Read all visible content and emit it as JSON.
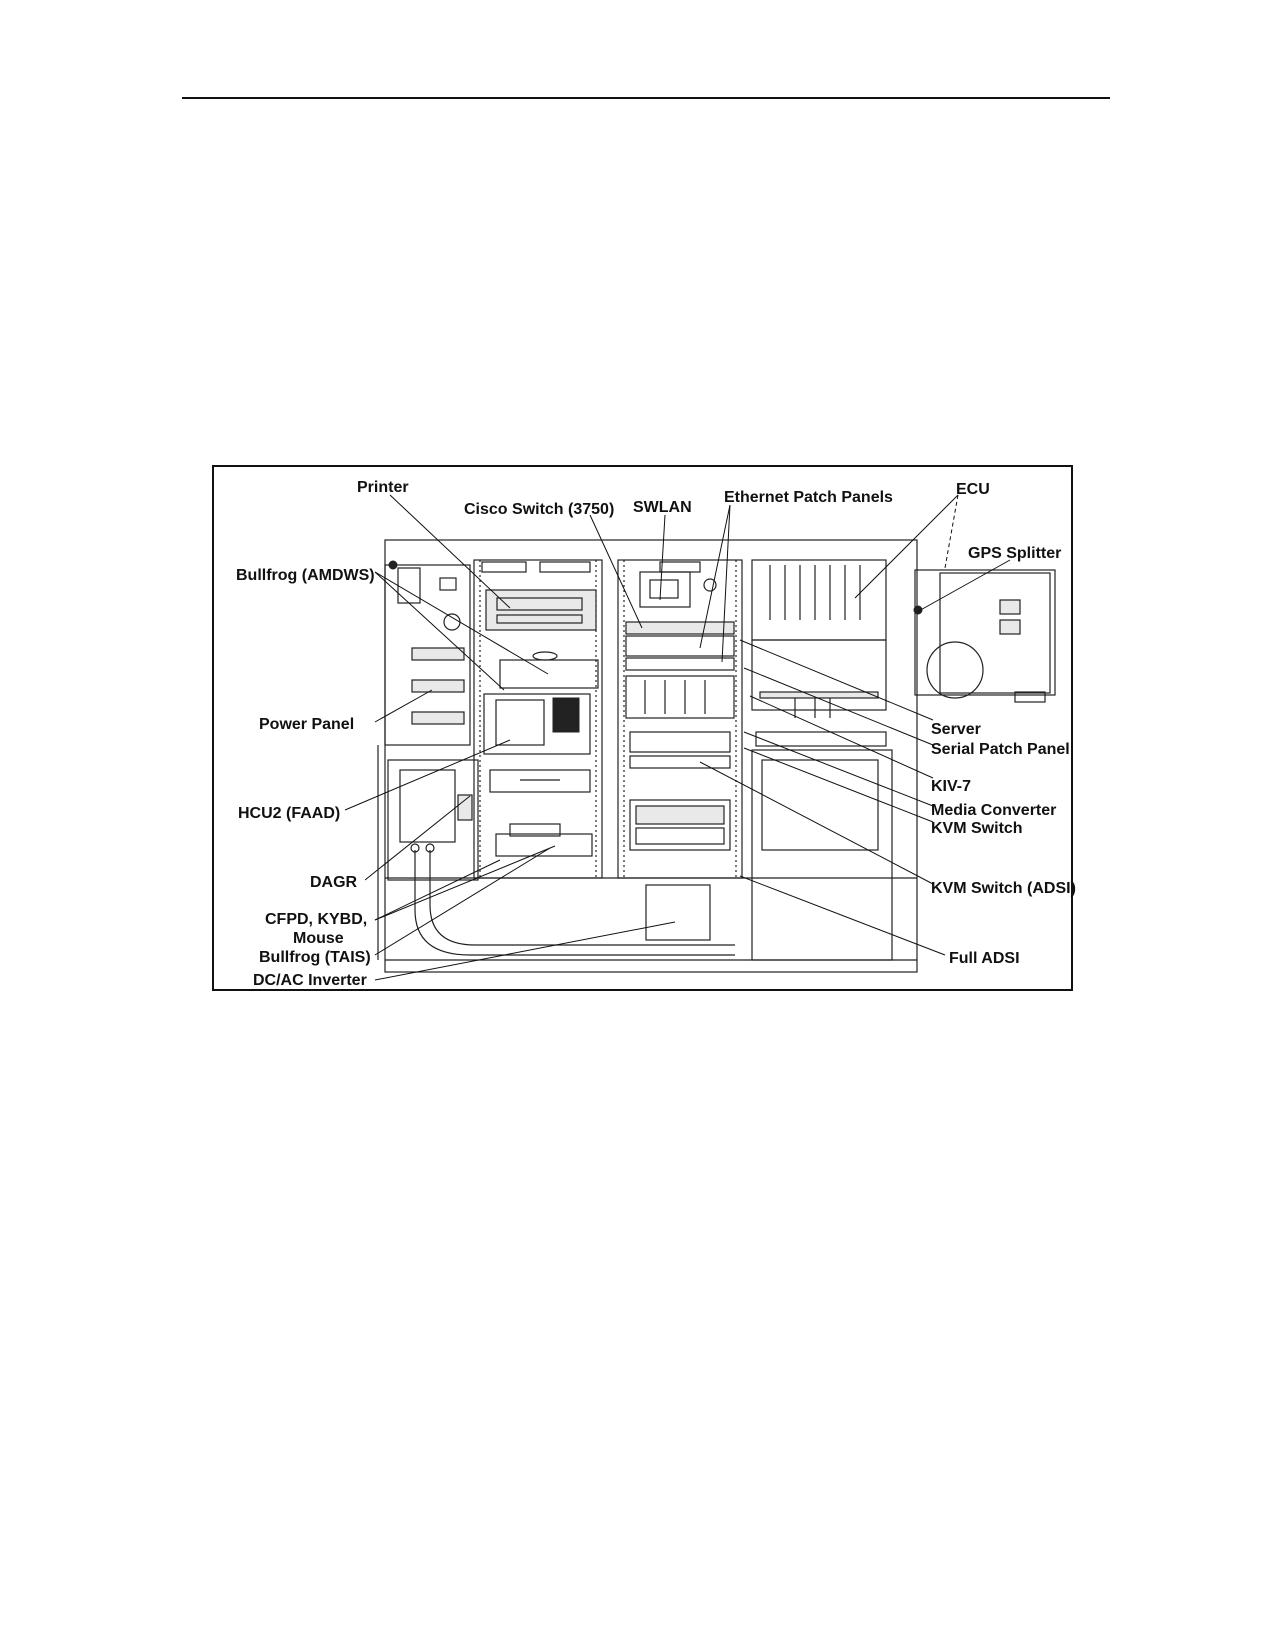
{
  "figure": {
    "labels": {
      "printer": "Printer",
      "cisco_switch": "Cisco Switch (3750)",
      "swlan": "SWLAN",
      "ethernet_patch_panels": "Ethernet Patch Panels",
      "ecu": "ECU",
      "gps_splitter": "GPS Splitter",
      "bullfrog_amdws": "Bullfrog (AMDWS)",
      "power_panel": "Power Panel",
      "server": "Server",
      "serial_patch_panel": "Serial Patch Panel",
      "kiv7": "KIV-7",
      "hcu2_faad": "HCU2 (FAAD)",
      "media_converter": "Media Converter",
      "kvm_switch": "KVM Switch",
      "dagr": "DAGR",
      "kvm_switch_adsi": "KVM Switch (ADSI)",
      "cfpd_line1": "CFPD, KYBD,",
      "cfpd_line2": "Mouse",
      "bullfrog_tais": "Bullfrog (TAIS)",
      "full_adsi": "Full ADSI",
      "dcac_inverter": "DC/AC Inverter"
    },
    "colors": {
      "line": "#111111",
      "panel_fill": "#e9e9e9"
    }
  }
}
